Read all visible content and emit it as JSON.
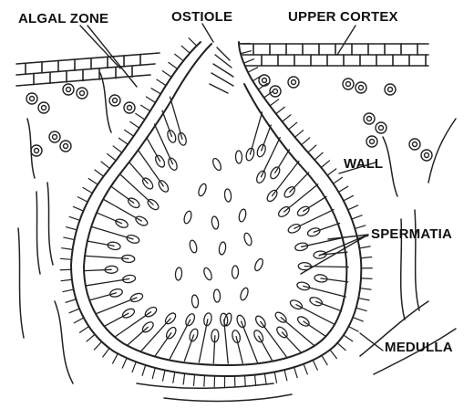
{
  "diagram": {
    "labels": {
      "algal_zone": "ALGAL ZONE",
      "ostiole": "OSTIOLE",
      "upper_cortex": "UPPER CORTEX",
      "wall": "WALL",
      "spermatia": "SPERMATIA",
      "medulla": "MEDULLA"
    }
  }
}
